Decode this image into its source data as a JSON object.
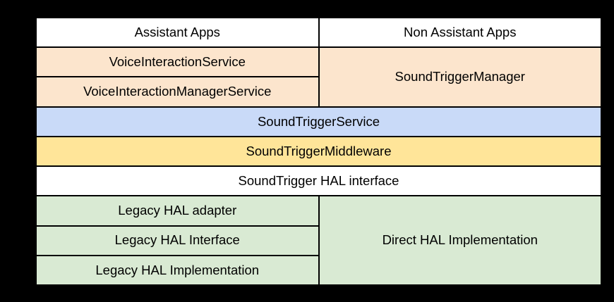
{
  "diagram": {
    "blocks": {
      "assistant_apps": {
        "label": "Assistant Apps",
        "bg": "#ffffff"
      },
      "non_assistant_apps": {
        "label": "Non Assistant Apps",
        "bg": "#ffffff"
      },
      "voice_interaction_service": {
        "label": "VoiceInteractionService",
        "bg": "#fce5cd"
      },
      "sound_trigger_manager": {
        "label": "SoundTriggerManager",
        "bg": "#fce5cd"
      },
      "voice_interaction_manager_service": {
        "label": "VoiceInteractionManagerService",
        "bg": "#fce5cd"
      },
      "sound_trigger_service": {
        "label": "SoundTriggerService",
        "bg": "#c9daf8"
      },
      "sound_trigger_middleware": {
        "label": "SoundTriggerMiddleware",
        "bg": "#ffe599"
      },
      "sound_trigger_hal_interface": {
        "label": "SoundTrigger HAL interface",
        "bg": "#ffffff"
      },
      "legacy_hal_adapter": {
        "label": "Legacy HAL adapter",
        "bg": "#d9ead3"
      },
      "direct_hal_implementation": {
        "label": "Direct HAL Implementation",
        "bg": "#d9ead3"
      },
      "legacy_hal_interface": {
        "label": "Legacy HAL Interface",
        "bg": "#d9ead3"
      },
      "legacy_hal_implementation": {
        "label": "Legacy HAL Implementation",
        "bg": "#d9ead3"
      }
    },
    "colors": {
      "canvas_background": "#000000",
      "grid_line": "#000000",
      "text": "#000000",
      "apps_layer": "#ffffff",
      "framework_layer": "#fce5cd",
      "service_layer": "#c9daf8",
      "middleware_layer": "#ffe599",
      "hal_interface_layer": "#ffffff",
      "hal_impl_layer": "#d9ead3"
    }
  }
}
